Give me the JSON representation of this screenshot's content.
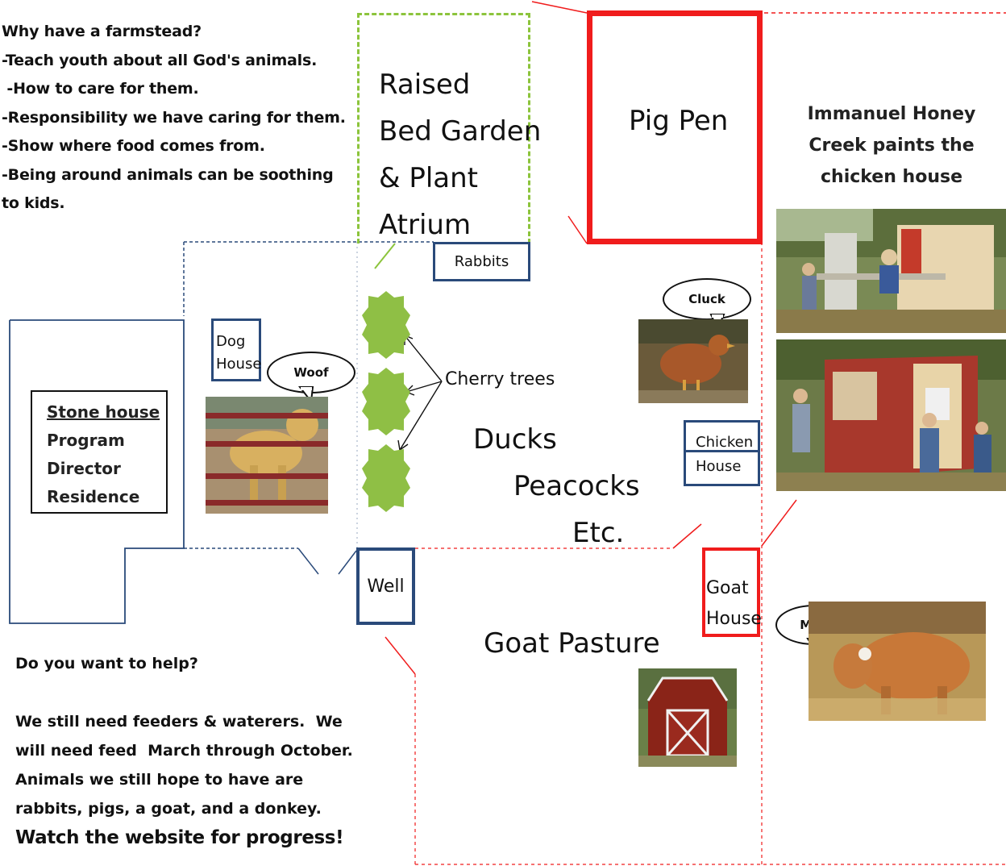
{
  "why_block": {
    "lines": [
      "Why have a farmstead?",
      "-Teach youth about all God's animals.",
      " -How to care for them.",
      "-Responsibility we have caring for them.",
      "-Show where food comes from.",
      "-Being around animals can be soothing",
      "to kids."
    ]
  },
  "garden": {
    "lines": [
      "Raised",
      "Bed Garden",
      "& Plant",
      "Atrium"
    ]
  },
  "pig_pen": {
    "label": "Pig Pen"
  },
  "chicken_caption": {
    "lines": [
      "Immanuel Honey",
      "Creek paints the",
      "chicken house"
    ]
  },
  "rabbits": {
    "label": "Rabbits"
  },
  "dog_house": {
    "lines": [
      "Dog",
      "House"
    ]
  },
  "stone_house": {
    "lines": [
      "Stone house",
      "Program",
      "Director",
      "Residence"
    ]
  },
  "bubbles": {
    "woof": "Woof",
    "cluck": "Cluck",
    "moo": "Moo"
  },
  "cherry_trees": {
    "label": "Cherry trees"
  },
  "animals": {
    "ducks": "Ducks",
    "peacocks": "Peacocks",
    "etc": "Etc."
  },
  "chicken_house": {
    "lines": [
      "Chicken",
      "House"
    ]
  },
  "well": {
    "label": "Well"
  },
  "goat_house": {
    "lines": [
      "Goat",
      "House"
    ]
  },
  "goat_pasture": {
    "label": "Goat Pasture"
  },
  "help_block": {
    "question": "Do you want to help?",
    "lines": [
      "We still need feeders & waterers.  We",
      "will need feed  March through October.",
      "Animals we still hope to have are",
      "rabbits, pigs, a goat, and a donkey."
    ],
    "cta": "Watch the website for progress!"
  },
  "colors": {
    "red": "#f01c1c",
    "green_dash": "#8cc43c",
    "navy": "#2a4a7a",
    "tree_green": "#8fbf45"
  },
  "icons": [
    "tree-icon",
    "dog-photo",
    "chicken-photo",
    "painting-photo",
    "shed-photo",
    "calf-photo"
  ]
}
